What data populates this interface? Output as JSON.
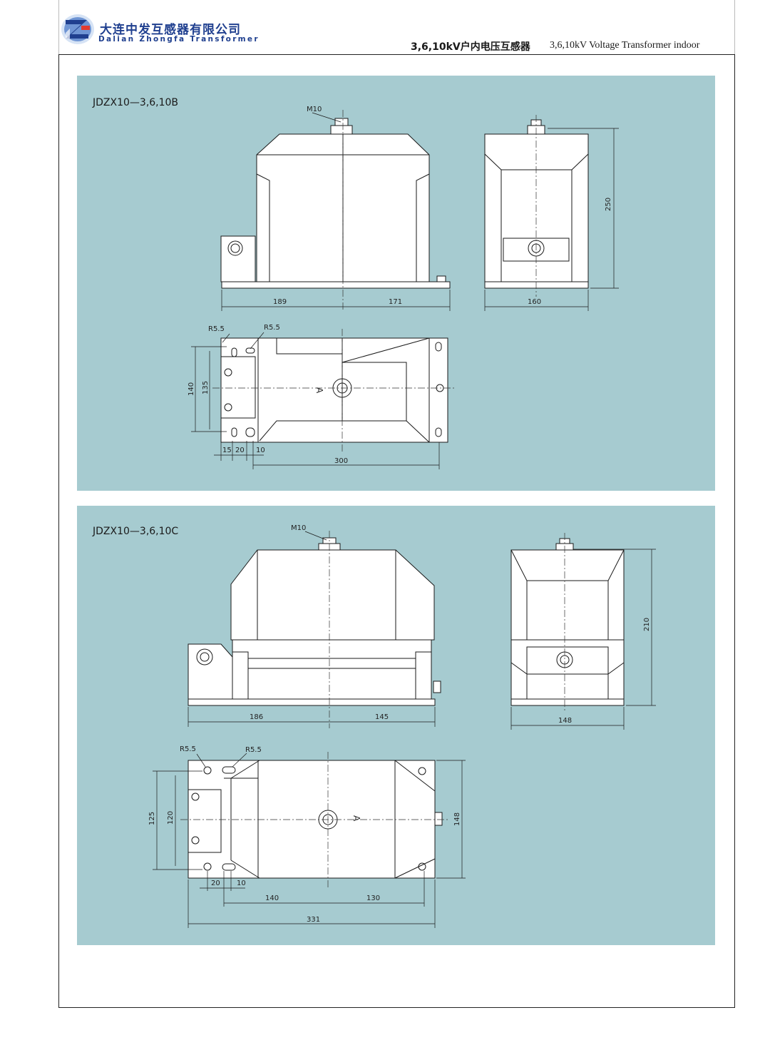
{
  "header": {
    "company_cn": "大连中发互感器有限公司",
    "company_en": "Dalian Zhongfa Transformer",
    "title_cn": "3,6,10kV户内电压互感器",
    "title_en": "3,6,10kV Voltage Transformer indoor",
    "logo_icon": "zf-logo-icon",
    "brand_color": "#1f3f8f",
    "panel_color": "#a6cbd0"
  },
  "panel_b": {
    "model": "JDZX10—3,6,10B",
    "bolt": "M10",
    "front_left_width": "189",
    "front_right_width": "171",
    "side_height": "250",
    "side_width": "160",
    "hole_radius_1": "R5.5",
    "hole_radius_2": "R5.5",
    "outer_height": "140",
    "inner_height": "135",
    "offset_a": "15",
    "offset_b": "20",
    "offset_c": "10",
    "total_length": "300",
    "terminal_mark": "A"
  },
  "panel_c": {
    "model": "JDZX10—3,6,10C",
    "bolt": "M10",
    "front_left_width": "186",
    "front_right_width": "145",
    "side_height": "210",
    "side_width": "148",
    "hole_radius_1": "R5.5",
    "hole_radius_2": "R5.5",
    "outer_height": "125",
    "inner_height": "120",
    "right_height": "148",
    "offset_a": "20",
    "offset_b": "10",
    "base_left": "140",
    "base_right": "130",
    "total_length": "331",
    "terminal_mark": "A"
  }
}
